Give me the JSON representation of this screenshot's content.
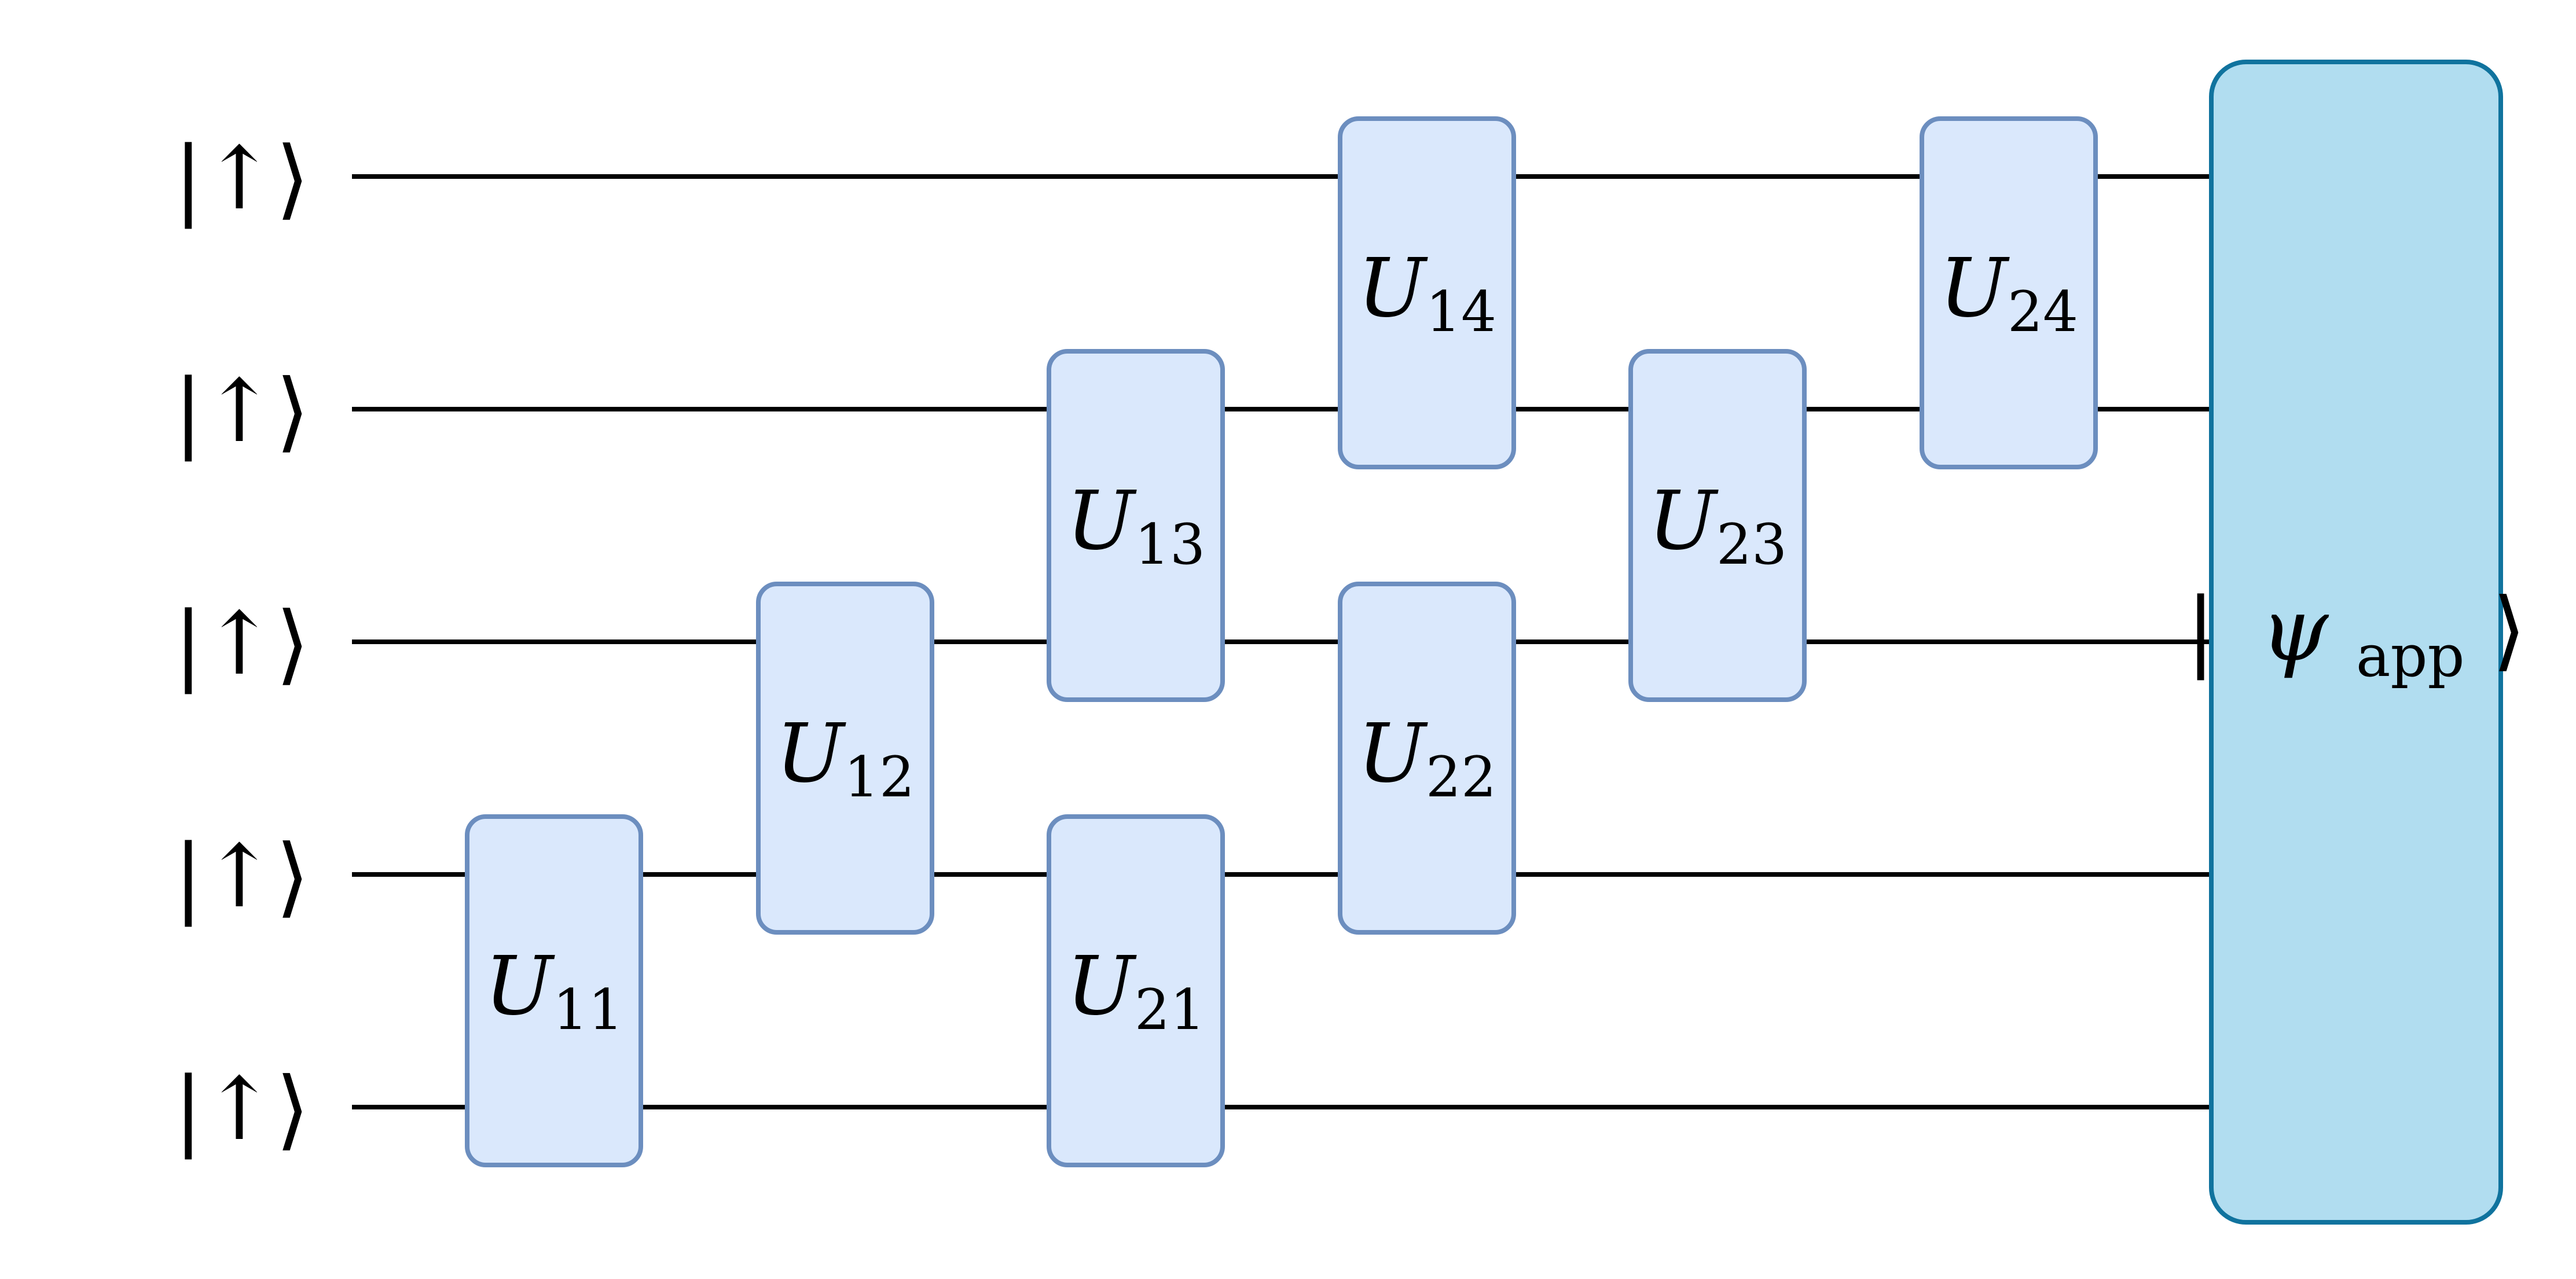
{
  "qubits": [
    {
      "label": "|↑⟩"
    },
    {
      "label": "|↑⟩"
    },
    {
      "label": "|↑⟩"
    },
    {
      "label": "|↑⟩"
    },
    {
      "label": "|↑⟩"
    }
  ],
  "gates": [
    {
      "name": "U",
      "index": "11",
      "wires": [
        3,
        4
      ],
      "layer": 0
    },
    {
      "name": "U",
      "index": "12",
      "wires": [
        2,
        3
      ],
      "layer": 1
    },
    {
      "name": "U",
      "index": "13",
      "wires": [
        1,
        2
      ],
      "layer": 2
    },
    {
      "name": "U",
      "index": "21",
      "wires": [
        3,
        4
      ],
      "layer": 2
    },
    {
      "name": "U",
      "index": "14",
      "wires": [
        0,
        1
      ],
      "layer": 3
    },
    {
      "name": "U",
      "index": "22",
      "wires": [
        2,
        3
      ],
      "layer": 3
    },
    {
      "name": "U",
      "index": "23",
      "wires": [
        1,
        2
      ],
      "layer": 4
    },
    {
      "name": "U",
      "index": "24",
      "wires": [
        0,
        1
      ],
      "layer": 5
    }
  ],
  "output_state": {
    "bra_open": "|",
    "symbol": "ψ",
    "subscript": "app",
    "ket_close": "⟩"
  },
  "colors": {
    "gate_fill": "#dae8fc",
    "gate_stroke": "#6c8ebf",
    "state_fill": "#b1ddf0",
    "state_stroke": "#10739e",
    "wire": "#000000"
  }
}
